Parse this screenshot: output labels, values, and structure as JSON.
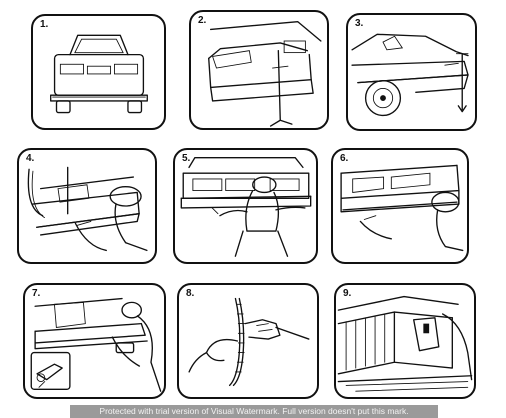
{
  "steps": [
    {
      "number": "1."
    },
    {
      "number": "2."
    },
    {
      "number": "3."
    },
    {
      "number": "4."
    },
    {
      "number": "5."
    },
    {
      "number": "6."
    },
    {
      "number": "7."
    },
    {
      "number": "8."
    },
    {
      "number": "9."
    }
  ],
  "watermark": "Protected with trial version of Visual Watermark. Full version doesn't put this mark."
}
